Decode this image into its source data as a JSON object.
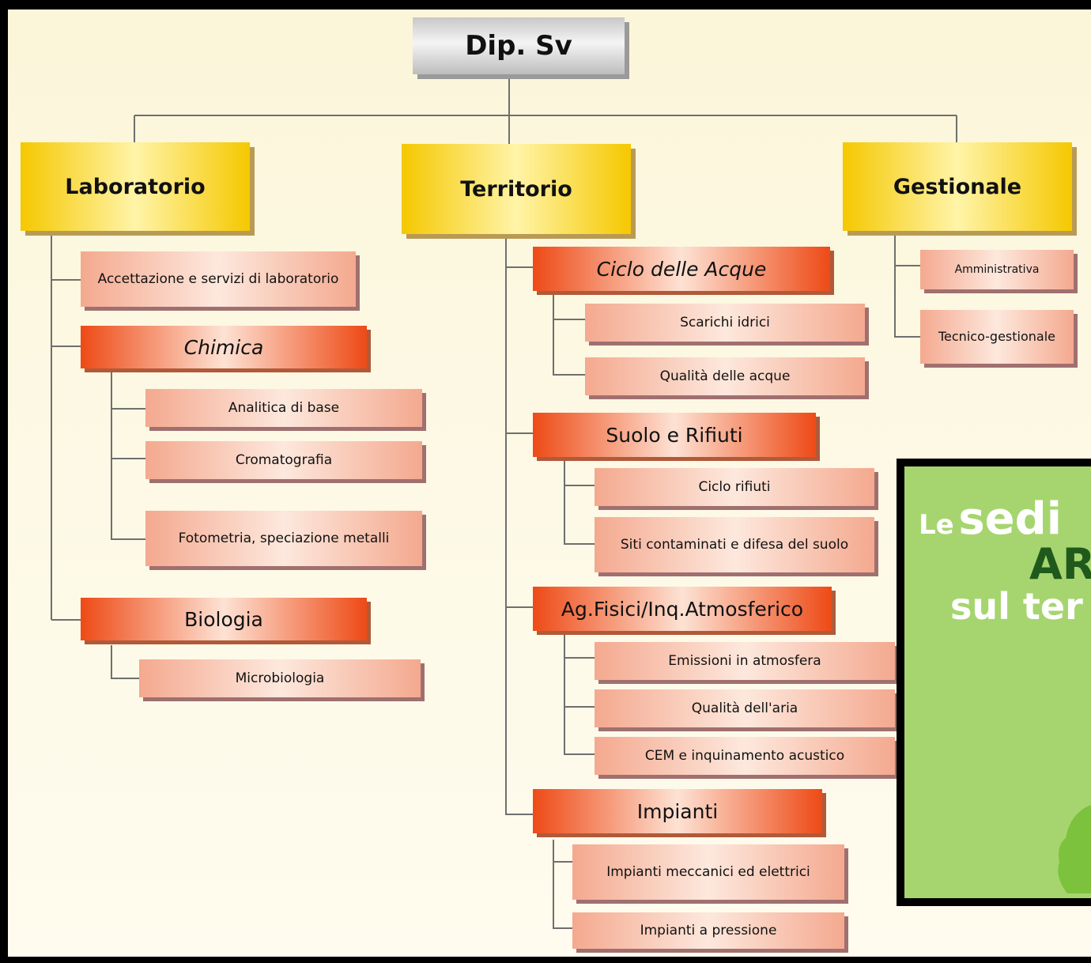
{
  "root": {
    "label": "Dip. Sv"
  },
  "branches": {
    "laboratorio": {
      "label": "Laboratorio",
      "accettazione": "Accettazione e servizi di laboratorio",
      "chimica": {
        "label": "Chimica",
        "items": [
          "Analitica di base",
          "Cromatografia",
          "Fotometria, speciazione metalli"
        ]
      },
      "biologia": {
        "label": "Biologia",
        "items": [
          "Microbiologia"
        ]
      }
    },
    "territorio": {
      "label": "Territorio",
      "groups": [
        {
          "label": "Ciclo delle Acque",
          "items": [
            "Scarichi idrici",
            "Qualità delle acque"
          ]
        },
        {
          "label": "Suolo e Rifiuti",
          "items": [
            "Ciclo rifiuti",
            "Siti contaminati e difesa del suolo"
          ]
        },
        {
          "label": "Ag.Fisici/Inq.Atmosferico",
          "items": [
            "Emissioni in atmosfera",
            "Qualità dell'aria",
            "CEM e inquinamento acustico"
          ]
        },
        {
          "label": "Impianti",
          "items": [
            "Impianti meccanici ed elettrici",
            "Impianti a pressione"
          ]
        }
      ]
    },
    "gestionale": {
      "label": "Gestionale",
      "items": [
        "Amministrativa",
        "Tecnico-gestionale"
      ]
    }
  },
  "overlay": {
    "line1_small": "Le",
    "line1_big": "sedi",
    "line2": "AR",
    "line3": "sul ter",
    "colors": {
      "background": "#a6d56f",
      "white_text": "#ffffff",
      "dark_text": "#1f5a1c"
    }
  }
}
